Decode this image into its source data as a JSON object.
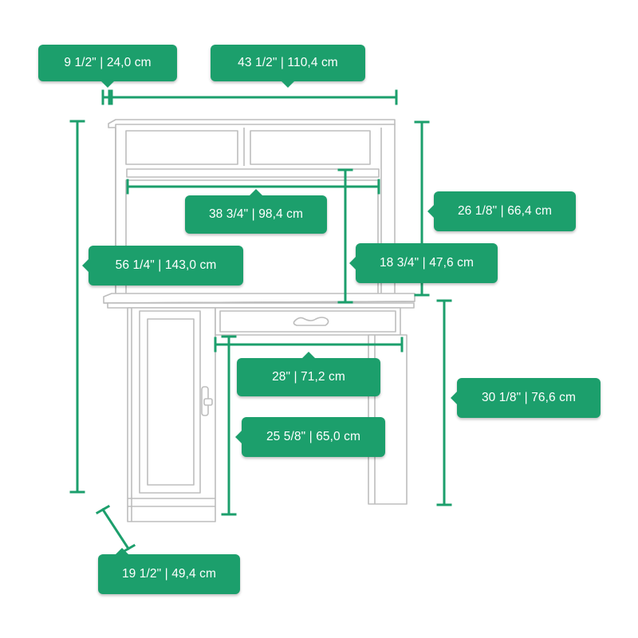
{
  "colors": {
    "accent": "#1c9f6c",
    "furniture_line": "#bdbdbd",
    "furniture_fill": "#ffffff"
  },
  "dimensions": {
    "hutch_depth": "9 1/2\" | 24,0 cm",
    "total_width": "43 1/2\" | 110,4 cm",
    "shelf_width": "38 3/4\" | 98,4 cm",
    "hutch_height": "26 1/8\" | 66,4 cm",
    "hutch_opening_height": "18 3/4\" | 47,6 cm",
    "total_height": "56 1/4\" | 143,0 cm",
    "knee_width": "28\" | 71,2 cm",
    "desk_height": "30 1/8\" | 76,6 cm",
    "knee_height": "25 5/8\" | 65,0 cm",
    "desk_depth": "19 1/2\" | 49,4 cm"
  }
}
